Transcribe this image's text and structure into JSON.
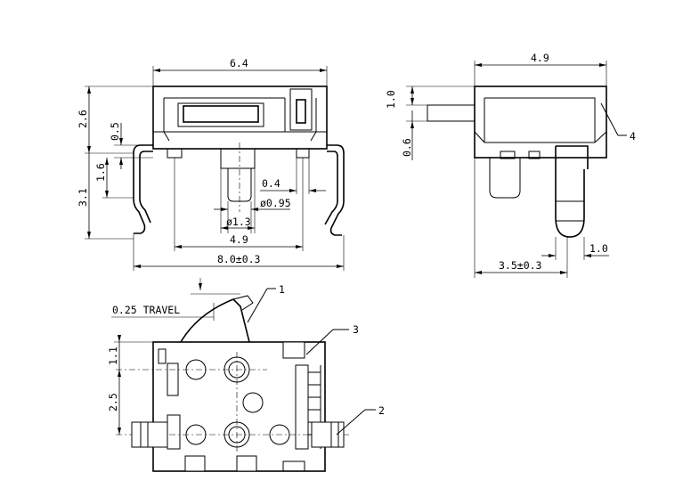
{
  "dimensions": {
    "front_width": "6.4",
    "front_height": "2.6",
    "actuator_offset": "0.5",
    "terminal_height": "1.6",
    "overall_height": "3.1",
    "terminal_gap": "0.4",
    "pin_diameter": "ø0.95",
    "hole_diameter": "ø1.3",
    "pin_pitch": "4.9",
    "overall_width": "8.0±0.3",
    "side_width": "4.9",
    "side_top": "1.0",
    "side_thickness": "0.6",
    "side_pin": "1.0",
    "side_depth": "3.5±0.3",
    "travel": "0.25 TRAVEL",
    "bottom_offset": "1.1",
    "bottom_pitch": "2.5"
  },
  "callouts": {
    "actuator": "1",
    "terminal": "2",
    "housing": "3",
    "cover": "4"
  }
}
